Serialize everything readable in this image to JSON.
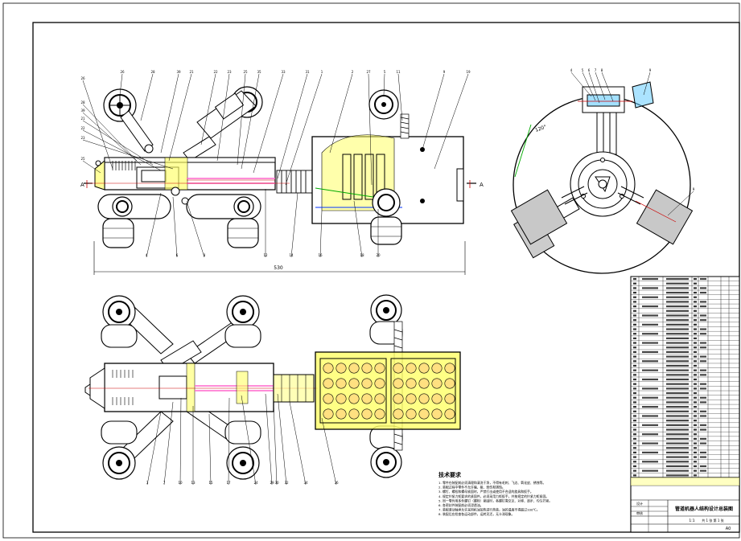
{
  "drawing": {
    "dimension": "530",
    "section_mark": "A",
    "side_callouts": [
      "26",
      "28",
      "39",
      "21",
      "22",
      "23",
      "25",
      "35",
      "33",
      "31",
      "1",
      "2",
      "27",
      "5",
      "11",
      "9",
      "19"
    ],
    "side_bottom_callouts": [
      "4",
      "6",
      "8",
      "12",
      "14",
      "16",
      "18",
      "20"
    ],
    "top_bottom_callouts": [
      "3",
      "7",
      "10",
      "13",
      "15",
      "17",
      "24",
      "29",
      "30",
      "32",
      "34",
      "36",
      "37",
      "38",
      "40"
    ],
    "end_callouts": [
      "4",
      "5",
      "6",
      "7",
      "8",
      "9"
    ],
    "end_angle": "120°"
  },
  "tech_notes": {
    "title": "技术要求",
    "lines": [
      "1. 零件在装配前必须清理和清洗干净，不得有毛刺、飞边、氧化皮、锈蚀等。",
      "2. 装配过程中零件不允许磕、碰、划伤和锈蚀。",
      "3. 螺钉、螺栓和螺母紧固时，严禁打击或使用不合适的旋具和扳手。",
      "4. 规定拧紧力矩要求的紧固件，必须采用力矩扳手，并按规定的拧紧力矩紧固。",
      "5. 同一零件用多件螺钉（螺栓）紧固时，各螺钉需交叉、对称、逐步、均匀拧紧。",
      "6. 各密封件装配前必须浸透油。",
      "7. 装配滚动轴承允许采用机油加热进行热装，油的温度不得超过100℃。",
      "8. 装配后应检查各运动部件，运转灵活，无卡滞现象。"
    ]
  },
  "title_block": {
    "name": "管道机器人结构设计总装图",
    "scale": "1:1",
    "sheet": "共 1 张 第 1 张",
    "drawing_no": "A0",
    "designer": "设计",
    "checker": "审核"
  },
  "parts_table": {
    "rows": 44
  }
}
